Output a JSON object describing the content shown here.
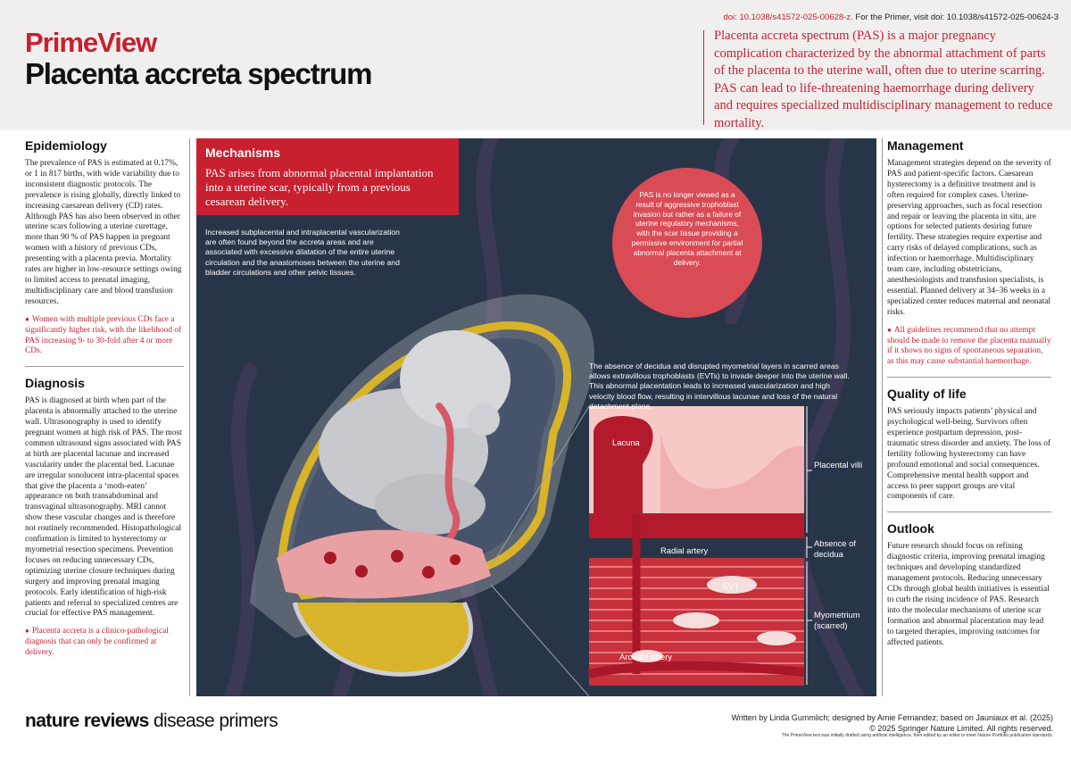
{
  "header": {
    "doi_article": "doi: 10.1038/s41572-025-00628-z.",
    "doi_primer": "For the Primer, visit doi: 10.1038/s41572-025-00624-3",
    "brand": "PrimeView",
    "title": "Placenta accreta spectrum",
    "intro": "Placenta accreta spectrum (PAS) is a major pregnancy complication characterized by the abnormal attachment of parts of the placenta to the uterine wall, often due to uterine scarring. PAS can lead to life-threatening haemorrhage during delivery and requires specialized multidisciplinary management to reduce mortality."
  },
  "epidemiology": {
    "heading": "Epidemiology",
    "body": "The prevalence of PAS is estimated at 0.17%, or 1 in 817 births, with wide variability due to inconsistent diagnostic protocols. The prevalence is rising globally, directly linked to increasing caesarean delivery (CD) rates. Although PAS has also been observed in other uterine scars following a uterine curettage, more than 90 % of PAS happen in pregnant women with a history of previous CDs, presenting with a placenta previa. Mortality rates are higher in low-resource settings owing to limited access to prenatal imaging, multidisciplinary care and blood transfusion resources.",
    "note": "Women with multiple previous CDs face a significantly higher risk, with the likelihood of PAS increasing 9- to 30-fold after 4 or more CDs."
  },
  "diagnosis": {
    "heading": "Diagnosis",
    "body": "PAS is diagnosed at birth when part of the placenta is abnormally attached to the uterine wall. Ultrasonography is used to identify pregnant women at high risk of PAS. The most common ultrasound signs associated with PAS at birth are placental lacunae and increased vascularity under the placental bed. Lacunae are irregular sonolucent intra-placental spaces that give the placenta a ‘moth-eaten’ appearance on both transabdominal and transvaginal ultrasonography. MRI cannot show these vascular changes and is therefore not routinely recommended. Histopathological confirmation is limited to hysterectomy or myometrial resection specimens. Prevention focuses on reducing unnecessary CDs, optimizing uterine closure techniques during surgery and improving prenatal imaging protocols. Early identification of high-risk patients and referral to specialized centres are crucial for effective PAS management.",
    "note": "Placenta accreta is a clinico-pathological diagnosis that can only be confirmed at delivery."
  },
  "mechanisms": {
    "heading": "Mechanisms",
    "subheading": "PAS arises from abnormal placental implantation into a uterine scar, typically from a previous cesarean delivery.",
    "body": "Increased subplacental and intraplacental vascularization are often found beyond the accreta areas and are associated with excessive dilatation of the entire uterine circulation and the anastomoses between the uterine and bladder circulations and other pelvic tissues.",
    "circle_text": "PAS is no longer viewed as a result of aggressive trophoblast invasion but rather as a failure of uterine regulatory mechanisms, with the scar tissue providing a permissive environment for partial abnormal placenta attachment at delivery.",
    "evt_text": "The absence of decidua and disrupted myometrial layers in scarred areas allows extravillous trophoblasts (EVTs) to invade deeper into the uterine wall. This abnormal placentation leads to increased vascularization and high velocity blood flow, resulting in intervillous lacunae and loss of the natural detachment plane.",
    "labels": {
      "lacuna": "Lacuna",
      "radial_artery": "Radial artery",
      "evt": "EVT",
      "arcuate_artery": "Arcuate artery",
      "placental_villi": "Placental villi",
      "absence_of_decidua": "Absence of decidua",
      "myometrium": "Myometrium (scarred)"
    }
  },
  "management": {
    "heading": "Management",
    "body": "Management strategies depend on the severity of PAS and patient-specific factors. Caesarean hysterectomy is a definitive treatment and is often required for complex cases. Uterine-preserving approaches, such as focal resection and repair or leaving the placenta in situ, are options for selected patients desiring future fertility. These strategies require expertise and carry risks of delayed complications, such as infection or haemorrhage. Multidisciplinary team care, including obstetricians, anesthesiologists and transfusion specialists, is essential. Planned delivery at 34–36 weeks in a specialized center reduces maternal and neonatal risks.",
    "note": "All guidelines recommend that no attempt should be made to remove the placenta manually if it shows no signs of spontaneous separation, as this may cause substantial haemorrhage."
  },
  "quality_of_life": {
    "heading": "Quality of life",
    "body": "PAS seriously impacts patients’ physical and psychological well-being. Survivors often experience postpartum depression, post-traumatic stress disorder and anxiety. The loss of fertility following hysterectomy can have profound emotional and social consequences. Comprehensive mental health support and access to peer support groups are vital components of care."
  },
  "outlook": {
    "heading": "Outlook",
    "body": "Future research should focus on refining diagnostic criteria, improving prenatal imaging techniques and developing standardized management protocols. Reducing unnecessary CDs through global health initiatives is essential to curb the rising incidence of PAS. Research into the molecular mechanisms of uterine scar formation and abnormal placentation may lead to targeted therapies, improving outcomes for affected patients."
  },
  "footer": {
    "logo_bold": "nature reviews",
    "logo_light": "disease primers",
    "credit": "Written by Linda Gummlich; designed by Amie Fernandez; based on Jauniaux et al. (2025)",
    "copyright": "© 2025 Springer Nature Limited. All rights reserved.",
    "disclaimer": "The PrimeView text was initially drafted using artificial intelligence, then edited by an editor to meet Nature Portfolio publication standards."
  },
  "colors": {
    "accent_red": "#c8202f",
    "panel_navy": "#283549",
    "uterus_gold": "#d9b42a",
    "placenta_pink": "#e9a0a3",
    "circle_red": "#d94b55"
  },
  "icons": [
    "placenta-illustration-icon",
    "fetus-illustration-icon",
    "tissue-zoom-icon"
  ]
}
